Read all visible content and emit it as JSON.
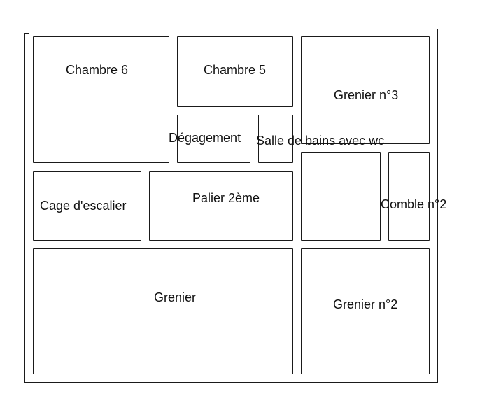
{
  "floor_plan": {
    "rooms": {
      "chambre_6": "Chambre 6",
      "chambre_5": "Chambre 5",
      "grenier_3": "Grenier n°3",
      "degagement": "Dégagement",
      "salle_de_bains": "Salle de bains avec wc",
      "cage_escalier": "Cage d'escalier",
      "palier": "Palier 2ème",
      "comble_2": "Comble n°2",
      "grenier": "Grenier",
      "grenier_2": "Grenier n°2"
    },
    "colors": {
      "background": "#ffffff",
      "wall": "#1a1a1a",
      "text": "#111111"
    }
  }
}
